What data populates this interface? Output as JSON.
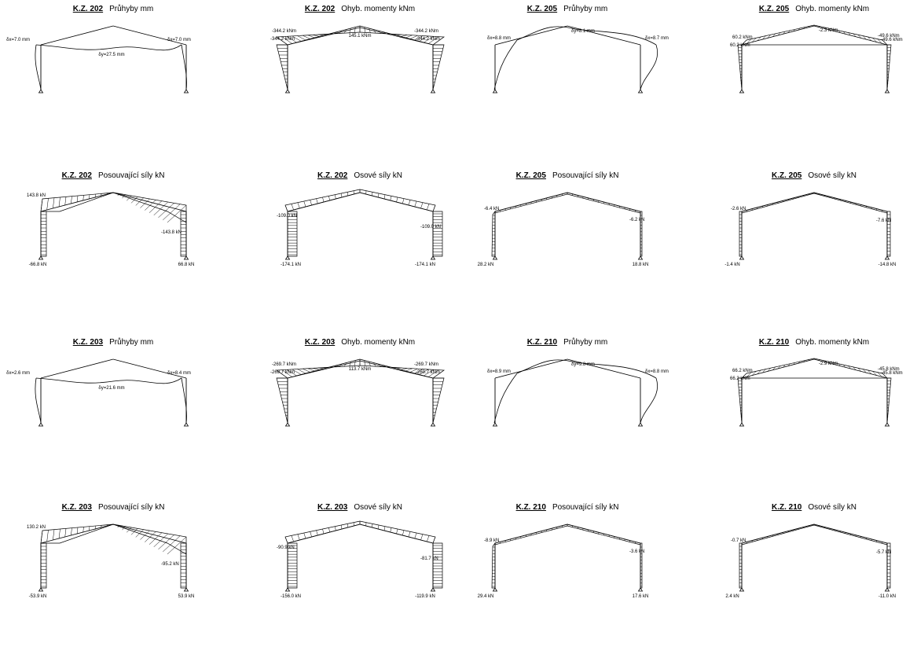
{
  "panels": [
    {
      "id": "p1",
      "load_case": "K.Z. 202",
      "quantity": "Průhyby mm",
      "type": "deflection",
      "labels": [
        "δx=7.0 mm",
        "δx=7.0 mm",
        "δy=27.5 mm"
      ]
    },
    {
      "id": "p2",
      "load_case": "K.Z. 202",
      "quantity": "Ohyb. momenty kNm",
      "type": "moment",
      "labels": [
        "-344.2 kNm",
        "-344.2 kNm",
        "145.1 kNm",
        "-344.2 kNm",
        "-344.2 kNm"
      ]
    },
    {
      "id": "p3",
      "load_case": "K.Z. 205",
      "quantity": "Průhyby mm",
      "type": "deflection_sway",
      "labels": [
        "δx=8.8 mm",
        "δy=8.1 mm",
        "δx=8.7 mm"
      ]
    },
    {
      "id": "p4",
      "load_case": "K.Z. 205",
      "quantity": "Ohyb. momenty kNm",
      "type": "moment_small",
      "labels": [
        "60.2 kNm",
        "60.2 kNm",
        "-2.3 kNm",
        "-49.6 kNm",
        "-49.6 kNm"
      ]
    },
    {
      "id": "p5",
      "load_case": "K.Z. 202",
      "quantity": "Posouvající síly kN",
      "type": "shear",
      "labels": [
        "143.8 kN",
        "-143.8 kN",
        "-66.8 kN",
        "66.8 kN"
      ]
    },
    {
      "id": "p6",
      "load_case": "K.Z. 202",
      "quantity": "Osové síly kN",
      "type": "axial",
      "labels": [
        "-109.0 kN",
        "-109.0 kN",
        "-174.1 kN",
        "-174.1 kN"
      ]
    },
    {
      "id": "p7",
      "load_case": "K.Z. 205",
      "quantity": "Posouvající síly kN",
      "type": "shear_small",
      "labels": [
        "-6.4 kN",
        "-6.2 kN",
        "28.2 kN",
        "18.8 kN"
      ]
    },
    {
      "id": "p8",
      "load_case": "K.Z. 205",
      "quantity": "Osové síly kN",
      "type": "axial_small",
      "labels": [
        "-2.6 kN",
        "-7.6 kN",
        "-1.4 kN",
        "-14.8 kN"
      ]
    },
    {
      "id": "p9",
      "load_case": "K.Z. 203",
      "quantity": "Průhyby mm",
      "type": "deflection",
      "labels": [
        "δx=2.6 mm",
        "δx=8.4 mm",
        "δy=21.6 mm"
      ]
    },
    {
      "id": "p10",
      "load_case": "K.Z. 203",
      "quantity": "Ohyb. momenty kNm",
      "type": "moment",
      "labels": [
        "-269.7 kNm",
        "-269.7 kNm",
        "113.7 kNm",
        "-269.7 kNm",
        "-269.7 kNm"
      ]
    },
    {
      "id": "p11",
      "load_case": "K.Z. 210",
      "quantity": "Průhyby mm",
      "type": "deflection_sway",
      "labels": [
        "δx=8.9 mm",
        "δy=9.8 mm",
        "δx=8.8 mm"
      ]
    },
    {
      "id": "p12",
      "load_case": "K.Z. 210",
      "quantity": "Ohyb. momenty kNm",
      "type": "moment_small",
      "labels": [
        "66.2 kNm",
        "66.2 kNm",
        "-2.9 kNm",
        "-45.8 kNm",
        "-45.8 kNm"
      ]
    },
    {
      "id": "p13",
      "load_case": "K.Z. 203",
      "quantity": "Posouvající síly kN",
      "type": "shear",
      "labels": [
        "130.2 kN",
        "-95.2 kN",
        "-53.9 kN",
        "53.9 kN"
      ]
    },
    {
      "id": "p14",
      "load_case": "K.Z. 203",
      "quantity": "Osové síly kN",
      "type": "axial",
      "labels": [
        "-90.9 kN",
        "-81.7 kN",
        "-156.0 kN",
        "-119.9 kN"
      ]
    },
    {
      "id": "p15",
      "load_case": "K.Z. 210",
      "quantity": "Posouvající síly kN",
      "type": "shear_small",
      "labels": [
        "-8.9 kN",
        "-3.6 kN",
        "29.4 kN",
        "17.6 kN"
      ]
    },
    {
      "id": "p16",
      "load_case": "K.Z. 210",
      "quantity": "Osové síly kN",
      "type": "axial_small",
      "labels": [
        "-0.7 kN",
        "-5.7 kN",
        "2.4 kN",
        "-11.0 kN"
      ]
    }
  ]
}
